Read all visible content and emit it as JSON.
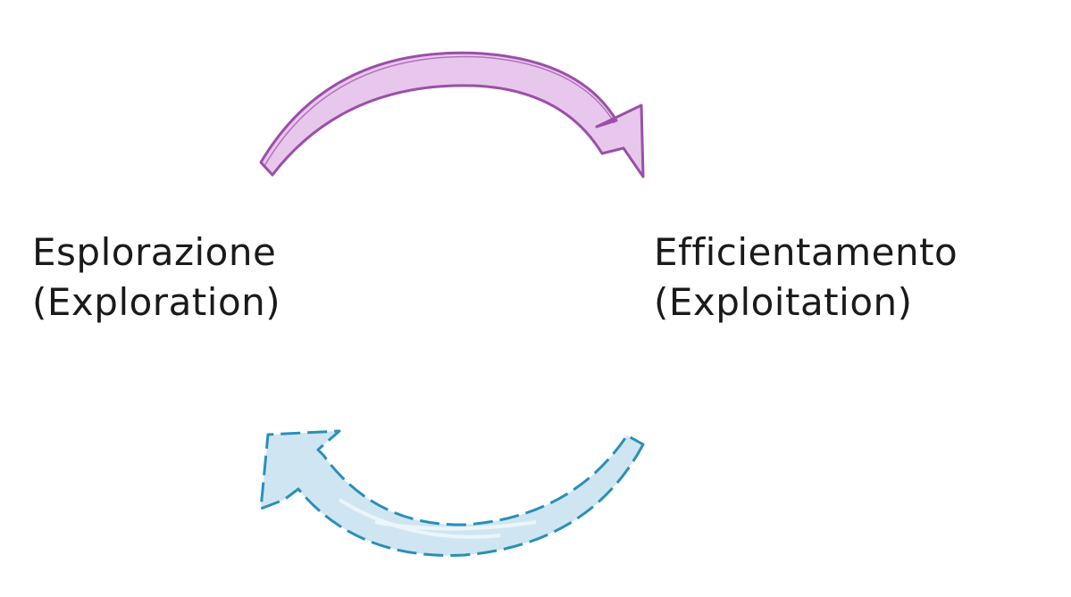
{
  "left_node": {
    "title": "Esplorazione",
    "subtitle": "(Exploration)"
  },
  "right_node": {
    "title": "Efficientamento",
    "subtitle": "(Exploitation)"
  },
  "colors": {
    "top_arrow_fill": "#e8c7ec",
    "top_arrow_stroke": "#9b4fa8",
    "bottom_arrow_fill": "#cfe6f2",
    "bottom_arrow_stroke": "#2a8fb8",
    "text": "#1a1a1a",
    "background": "#ffffff"
  }
}
